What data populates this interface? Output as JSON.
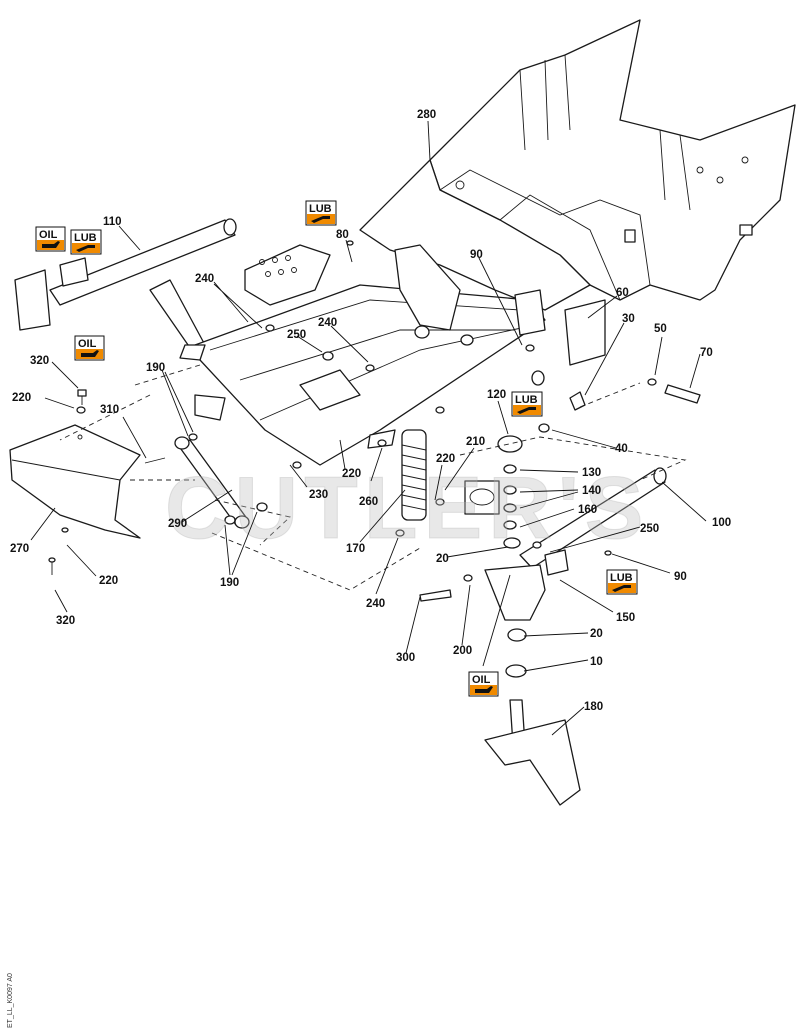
{
  "watermark": "CUTLER'S",
  "drawing_code": "ET_LL_K0097\nA0",
  "badges": {
    "oil": "OIL",
    "lub": "LUB"
  },
  "callouts": [
    "280",
    "110",
    "80",
    "90",
    "60",
    "30",
    "50",
    "70",
    "240",
    "250",
    "240",
    "190",
    "320",
    "220",
    "310",
    "120",
    "40",
    "210",
    "130",
    "140",
    "160",
    "100",
    "220",
    "230",
    "260",
    "220",
    "170",
    "290",
    "190",
    "270",
    "220",
    "320",
    "240",
    "20",
    "250",
    "90",
    "150",
    "300",
    "200",
    "20",
    "10",
    "180"
  ],
  "colors": {
    "line": "#1a1a1a",
    "badge_fill": "#f08a00",
    "watermark": "#bdbdbd"
  },
  "icons": [
    "oil-can-icon",
    "grease-gun-icon"
  ]
}
